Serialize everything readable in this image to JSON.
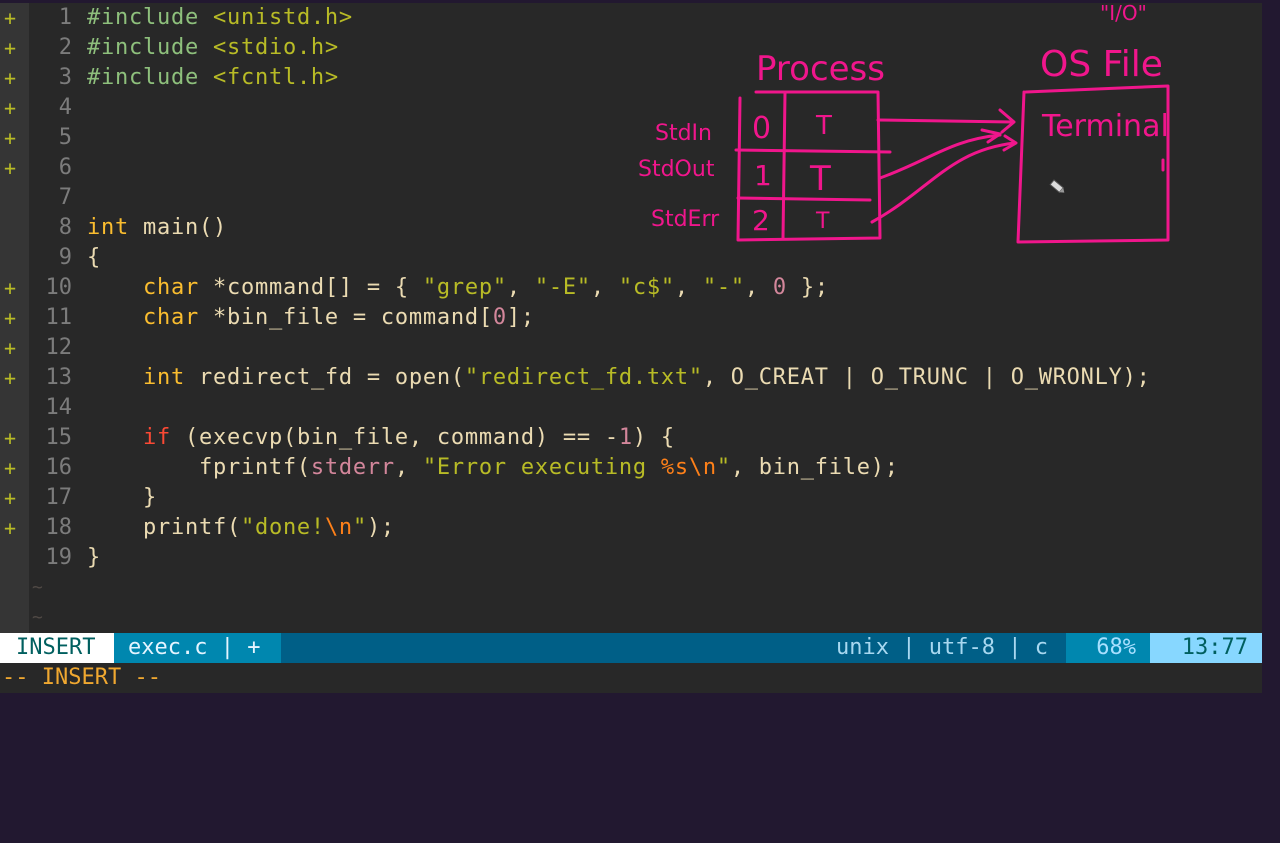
{
  "editor": {
    "lines": [
      {
        "num": "1",
        "sign": "+",
        "tokens": [
          {
            "t": "#include ",
            "c": "pre"
          },
          {
            "t": "<unistd.h>",
            "c": "inc"
          }
        ]
      },
      {
        "num": "2",
        "sign": "+",
        "tokens": [
          {
            "t": "#include ",
            "c": "pre"
          },
          {
            "t": "<stdio.h>",
            "c": "inc"
          }
        ]
      },
      {
        "num": "3",
        "sign": "+",
        "tokens": [
          {
            "t": "#include ",
            "c": "pre"
          },
          {
            "t": "<fcntl.h>",
            "c": "inc"
          }
        ]
      },
      {
        "num": "4",
        "sign": "+",
        "tokens": []
      },
      {
        "num": "5",
        "sign": "+",
        "tokens": []
      },
      {
        "num": "6",
        "sign": "+",
        "tokens": []
      },
      {
        "num": "7",
        "sign": "",
        "tokens": []
      },
      {
        "num": "8",
        "sign": "",
        "tokens": [
          {
            "t": "int",
            "c": "type"
          },
          {
            "t": " main()",
            "c": "plain"
          }
        ]
      },
      {
        "num": "9",
        "sign": "",
        "tokens": [
          {
            "t": "{",
            "c": "plain"
          }
        ]
      },
      {
        "num": "10",
        "sign": "+",
        "tokens": [
          {
            "t": "    ",
            "c": "plain"
          },
          {
            "t": "char",
            "c": "type"
          },
          {
            "t": " *command[] = { ",
            "c": "plain"
          },
          {
            "t": "\"grep\"",
            "c": "str"
          },
          {
            "t": ", ",
            "c": "plain"
          },
          {
            "t": "\"-E\"",
            "c": "str"
          },
          {
            "t": ", ",
            "c": "plain"
          },
          {
            "t": "\"c$\"",
            "c": "str"
          },
          {
            "t": ", ",
            "c": "plain"
          },
          {
            "t": "\"-\"",
            "c": "str"
          },
          {
            "t": ", ",
            "c": "plain"
          },
          {
            "t": "0",
            "c": "num"
          },
          {
            "t": " };",
            "c": "plain"
          }
        ]
      },
      {
        "num": "11",
        "sign": "+",
        "tokens": [
          {
            "t": "    ",
            "c": "plain"
          },
          {
            "t": "char",
            "c": "type"
          },
          {
            "t": " *bin_file = command[",
            "c": "plain"
          },
          {
            "t": "0",
            "c": "num"
          },
          {
            "t": "];",
            "c": "plain"
          }
        ]
      },
      {
        "num": "12",
        "sign": "+",
        "tokens": []
      },
      {
        "num": "13",
        "sign": "+",
        "tokens": [
          {
            "t": "    ",
            "c": "plain"
          },
          {
            "t": "int",
            "c": "type"
          },
          {
            "t": " redirect_fd = open(",
            "c": "plain"
          },
          {
            "t": "\"redirect_fd.txt\"",
            "c": "str"
          },
          {
            "t": ", O_CREAT | O_TRUNC | O_WRONLY);",
            "c": "plain"
          }
        ]
      },
      {
        "num": "14",
        "sign": "",
        "tokens": []
      },
      {
        "num": "15",
        "sign": "+",
        "tokens": [
          {
            "t": "    ",
            "c": "plain"
          },
          {
            "t": "if",
            "c": "kw"
          },
          {
            "t": " (execvp(bin_file, command) == -",
            "c": "plain"
          },
          {
            "t": "1",
            "c": "num"
          },
          {
            "t": ") {",
            "c": "plain"
          }
        ]
      },
      {
        "num": "16",
        "sign": "+",
        "tokens": [
          {
            "t": "        fprintf(",
            "c": "plain"
          },
          {
            "t": "stderr",
            "c": "id"
          },
          {
            "t": ", ",
            "c": "plain"
          },
          {
            "t": "\"Error executing ",
            "c": "str"
          },
          {
            "t": "%s\\n",
            "c": "esc"
          },
          {
            "t": "\"",
            "c": "str"
          },
          {
            "t": ", bin_file);",
            "c": "plain"
          }
        ]
      },
      {
        "num": "17",
        "sign": "+",
        "tokens": [
          {
            "t": "    }",
            "c": "plain"
          }
        ]
      },
      {
        "num": "18",
        "sign": "+",
        "tokens": [
          {
            "t": "    printf(",
            "c": "plain"
          },
          {
            "t": "\"done!",
            "c": "str"
          },
          {
            "t": "\\n",
            "c": "esc"
          },
          {
            "t": "\"",
            "c": "str"
          },
          {
            "t": ");",
            "c": "plain"
          }
        ]
      },
      {
        "num": "19",
        "sign": "",
        "tokens": [
          {
            "t": "}",
            "c": "plain"
          }
        ]
      }
    ],
    "empty_line_marker": "~",
    "empty_line_count": 2
  },
  "statusline": {
    "mode": "INSERT",
    "filename": "exec.c",
    "separator": "|",
    "modified": "+",
    "fileformat": "unix",
    "encoding": "utf-8",
    "filetype": "c",
    "percent": "68%",
    "position": "13:77"
  },
  "cmdline": {
    "text": "-- INSERT --"
  },
  "annotation": {
    "process_title": "Process",
    "os_file_title": "OS File",
    "io_label": "\"I/O\"",
    "terminal_label": "Terminal",
    "fd_rows": [
      {
        "name": "StdIn",
        "fd": "0",
        "target": "T"
      },
      {
        "name": "StdOut",
        "fd": "1",
        "target": "T"
      },
      {
        "name": "StdErr",
        "fd": "2",
        "target": "T"
      }
    ],
    "ink_color": "#f0168c"
  },
  "colors": {
    "background": "#282828",
    "outer": "#221830",
    "status_mode_bg": "#ffffff",
    "status_file_bg": "#0087af",
    "status_bg": "#005f87",
    "status_pos_bg": "#87d7ff",
    "cmdline_fg": "#f0a830"
  }
}
